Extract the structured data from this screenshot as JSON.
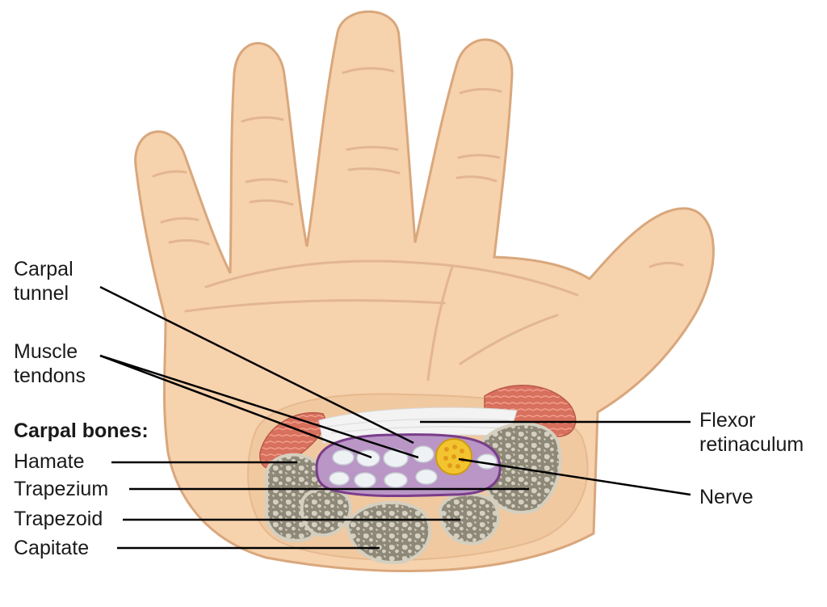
{
  "labels": {
    "carpal_tunnel": [
      "Carpal",
      "tunnel"
    ],
    "muscle_tendons": [
      "Muscle",
      "tendons"
    ],
    "carpal_bones_heading": "Carpal bones:",
    "hamate": "Hamate",
    "trapezium": "Trapezium",
    "trapezoid": "Trapezoid",
    "capitate": "Capitate",
    "flexor_retinaculum": [
      "Flexor",
      "retinaculum"
    ],
    "nerve": "Nerve"
  },
  "colors": {
    "skin": "#f6d2ad",
    "skin_outline": "#d9a77c",
    "crease": "#e0b58f",
    "wrist_inner": "#f1c9a0",
    "bone_fill": "#8e8878",
    "bone_outline": "#d5cfbf",
    "tunnel": "#b996c6",
    "tunnel_outline": "#7a3d8a",
    "tendon": "#e9eef2",
    "nerve": "#f2c530",
    "muscle": "#d8705e",
    "ligament": "#f1f1f1",
    "leader_line": "#000000"
  }
}
